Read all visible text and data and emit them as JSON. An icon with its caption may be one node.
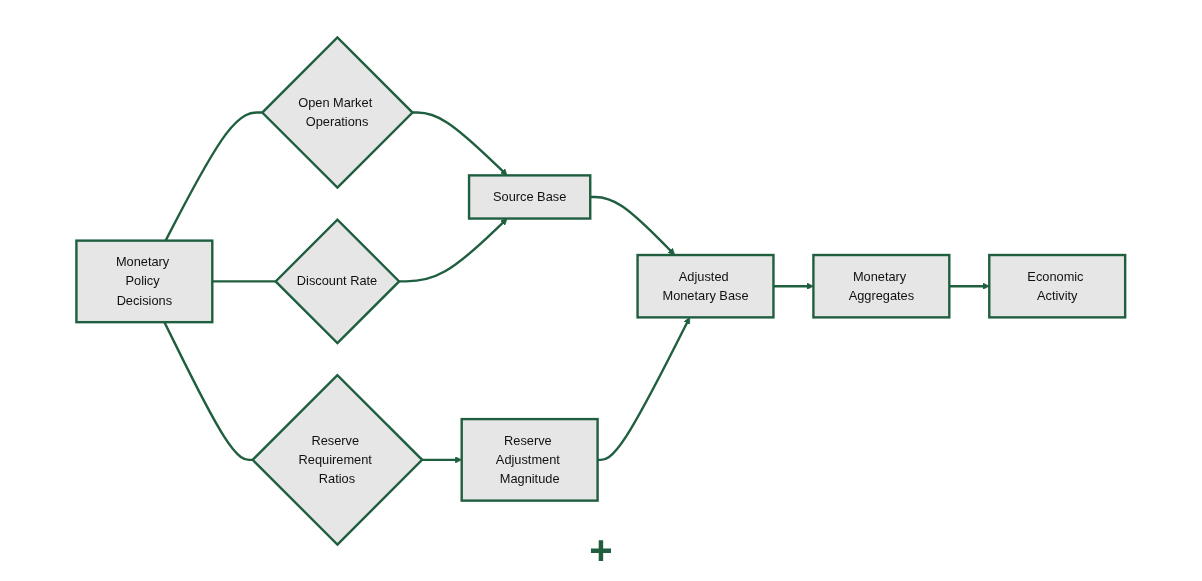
{
  "diagram": {
    "nodes": [
      {
        "text": [
          "Monetary Policy Decisions"
        ]
      },
      {
        "text": [
          "Open Market Operations"
        ]
      },
      {
        "text": [
          "Discount Rate"
        ]
      },
      {
        "text": [
          "Reserve Requirement Ratios"
        ]
      },
      {
        "text": [
          "Source Base"
        ]
      },
      {
        "text": [
          "Reserve Adjustment Magnitude"
        ]
      },
      {
        "text": [
          "Adjusted Monetary Base"
        ]
      },
      {
        "text": [
          "Monetary Aggregates"
        ]
      },
      {
        "text": [
          "Economic Activity"
        ]
      }
    ],
    "edges": [
      {
        "from": 0,
        "to": 1,
        "arrow": "none"
      },
      {
        "from": 0,
        "to": 2,
        "arrow": "none"
      },
      {
        "from": 0,
        "to": 3,
        "arrow": "none"
      },
      {
        "from": 1,
        "to": 4,
        "arrow": "to"
      },
      {
        "from": 2,
        "to": 4,
        "arrow": "to"
      },
      {
        "from": 3,
        "to": 5,
        "arrow": "to"
      },
      {
        "from": 4,
        "to": 6,
        "arrow": "to"
      },
      {
        "from": 5,
        "to": 6,
        "arrow": "to"
      },
      {
        "from": 6,
        "to": 7,
        "arrow": "to"
      },
      {
        "from": 7,
        "to": 8,
        "arrow": "to"
      }
    ],
    "labels": [
      "+"
    ]
  }
}
